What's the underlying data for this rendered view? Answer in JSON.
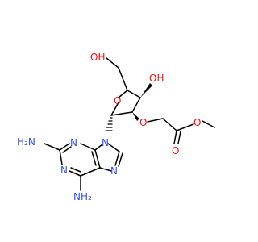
{
  "colors": {
    "carbon": "#000000",
    "nitrogen": "#3050F8",
    "oxygen": "#FF0D0D",
    "background": "#FFFFFF"
  },
  "labels": {
    "oh_top": "OH",
    "oh_ring": "OH",
    "o_ring": "O",
    "o_ether": "O",
    "o_carbonyl": "O",
    "o_ester": "O",
    "n9": "N",
    "n_im": "N",
    "n3": "N",
    "n1": "N",
    "nh2_left": "H₂N",
    "nh2_bottom": "NH₂"
  }
}
